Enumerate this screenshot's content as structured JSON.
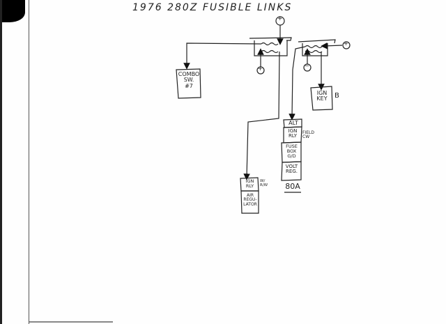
{
  "title": "1976 280Z FUSIBLE LINKS",
  "symbols": {
    "positive": "+",
    "negative": "−"
  },
  "boxes": {
    "combo_switch": "COMBO\nSW.\n#7",
    "ign_key": "IGN\nKEY",
    "ign_key_note": "B",
    "alt": "ALT",
    "ign_rly": "IGN\nRLY",
    "ign_rly_note": "FIELD\nCW",
    "fuse_box": "FUSE\nBOX\nG/D",
    "volt_reg": "VOLT\nREG.",
    "amp_rating": "80A",
    "ign_rly_2": "IGN\nRLY",
    "ign_rly_2_note": "W/\nR/W",
    "air_regulator": "AIR\nREGU-\nLATOR"
  }
}
